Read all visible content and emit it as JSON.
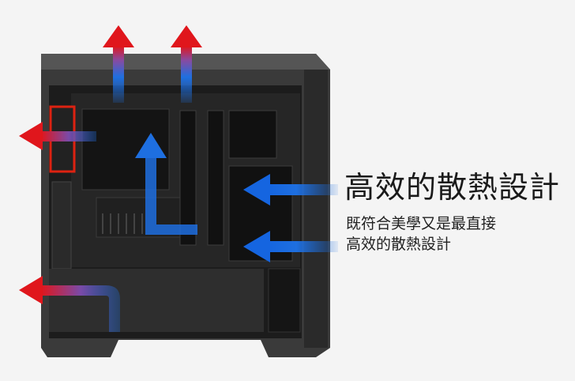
{
  "headline": "高效的散熱設計",
  "subtext": {
    "line1": "既符合美學又是最直接",
    "line2": "高效的散熱設計"
  },
  "colors": {
    "arrow_hot": "#e0161c",
    "arrow_cool": "#1e6fe0",
    "case_body": "#2b2b2b",
    "background": "#f4f4f4"
  }
}
